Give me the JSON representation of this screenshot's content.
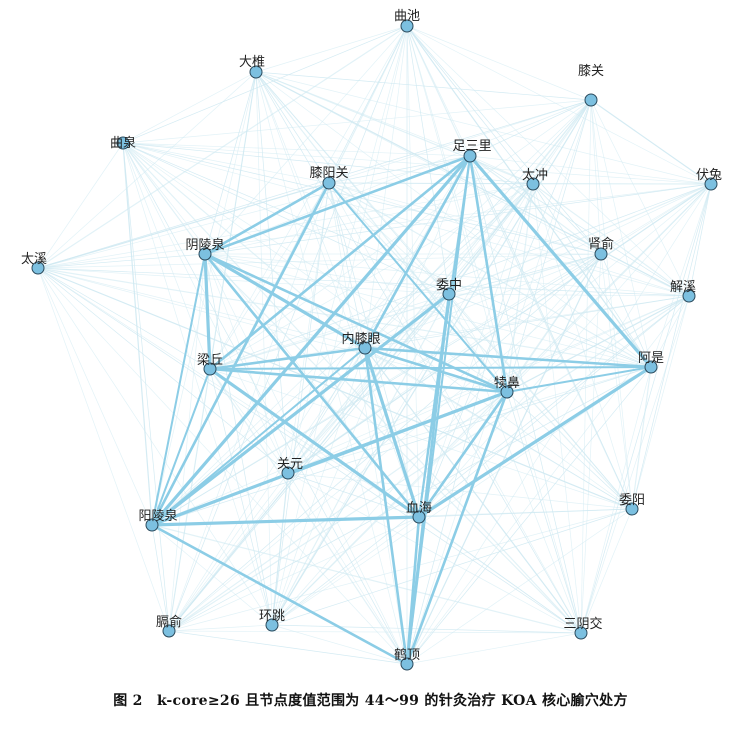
{
  "caption": "图 2　k-core≥26 且节点度值范围为 44～99 的针灸治疗 KOA 核心腧穴处方",
  "colors": {
    "node_fill": "#7cc0e0",
    "node_stroke": "#2b4a5c",
    "edge_strong": "#8ccde6",
    "edge_weak": "#cfe9f2",
    "label": "#222222"
  },
  "nodes": [
    {
      "id": "quchi",
      "label": "曲池"
    },
    {
      "id": "dazhui",
      "label": "大椎"
    },
    {
      "id": "xiguan",
      "label": "膝关"
    },
    {
      "id": "ququan",
      "label": "曲泉"
    },
    {
      "id": "zusanli",
      "label": "足三里"
    },
    {
      "id": "xiyangguan",
      "label": "膝阳关"
    },
    {
      "id": "taichong",
      "label": "太冲"
    },
    {
      "id": "futu",
      "label": "伏兔"
    },
    {
      "id": "yinlingquan",
      "label": "阴陵泉"
    },
    {
      "id": "shenshu",
      "label": "肾俞"
    },
    {
      "id": "taixi",
      "label": "太溪"
    },
    {
      "id": "jiexi",
      "label": "解溪"
    },
    {
      "id": "weizhong",
      "label": "委中"
    },
    {
      "id": "neixiyan",
      "label": "内膝眼"
    },
    {
      "id": "liangqiu",
      "label": "梁丘"
    },
    {
      "id": "ashi",
      "label": "阿是"
    },
    {
      "id": "dubi",
      "label": "犊鼻"
    },
    {
      "id": "guanyuan",
      "label": "关元"
    },
    {
      "id": "yanglingquan",
      "label": "阳陵泉"
    },
    {
      "id": "xuehai",
      "label": "血海"
    },
    {
      "id": "weiyang",
      "label": "委阳"
    },
    {
      "id": "geshu",
      "label": "膈俞"
    },
    {
      "id": "huantiao",
      "label": "环跳"
    },
    {
      "id": "sanyinjiao",
      "label": "三阴交"
    },
    {
      "id": "heding",
      "label": "鹤顶"
    }
  ],
  "strong_edges": [
    [
      "zusanli",
      "yanglingquan"
    ],
    [
      "zusanli",
      "liangqiu"
    ],
    [
      "zusanli",
      "dubi"
    ],
    [
      "zusanli",
      "xuehai"
    ],
    [
      "zusanli",
      "ashi"
    ],
    [
      "zusanli",
      "neixiyan"
    ],
    [
      "zusanli",
      "heding"
    ],
    [
      "zusanli",
      "yinlingquan"
    ],
    [
      "yinlingquan",
      "liangqiu"
    ],
    [
      "yinlingquan",
      "yanglingquan"
    ],
    [
      "yinlingquan",
      "dubi"
    ],
    [
      "yinlingquan",
      "xuehai"
    ],
    [
      "yinlingquan",
      "neixiyan"
    ],
    [
      "yinlingquan",
      "xiyangguan"
    ],
    [
      "liangqiu",
      "dubi"
    ],
    [
      "liangqiu",
      "yanglingquan"
    ],
    [
      "liangqiu",
      "xuehai"
    ],
    [
      "liangqiu",
      "neixiyan"
    ],
    [
      "liangqiu",
      "ashi"
    ],
    [
      "neixiyan",
      "dubi"
    ],
    [
      "neixiyan",
      "xuehai"
    ],
    [
      "neixiyan",
      "yanglingquan"
    ],
    [
      "neixiyan",
      "heding"
    ],
    [
      "neixiyan",
      "ashi"
    ],
    [
      "dubi",
      "yanglingquan"
    ],
    [
      "dubi",
      "xuehai"
    ],
    [
      "dubi",
      "heding"
    ],
    [
      "dubi",
      "ashi"
    ],
    [
      "yanglingquan",
      "xuehai"
    ],
    [
      "xuehai",
      "heding"
    ],
    [
      "weizhong",
      "xuehai"
    ],
    [
      "weizhong",
      "heding"
    ],
    [
      "weizhong",
      "yanglingquan"
    ],
    [
      "xiyangguan",
      "dubi"
    ],
    [
      "xiyangguan",
      "yanglingquan"
    ],
    [
      "yanglingquan",
      "heding"
    ],
    [
      "xuehai",
      "ashi"
    ],
    [
      "guanyuan",
      "dubi"
    ]
  ]
}
